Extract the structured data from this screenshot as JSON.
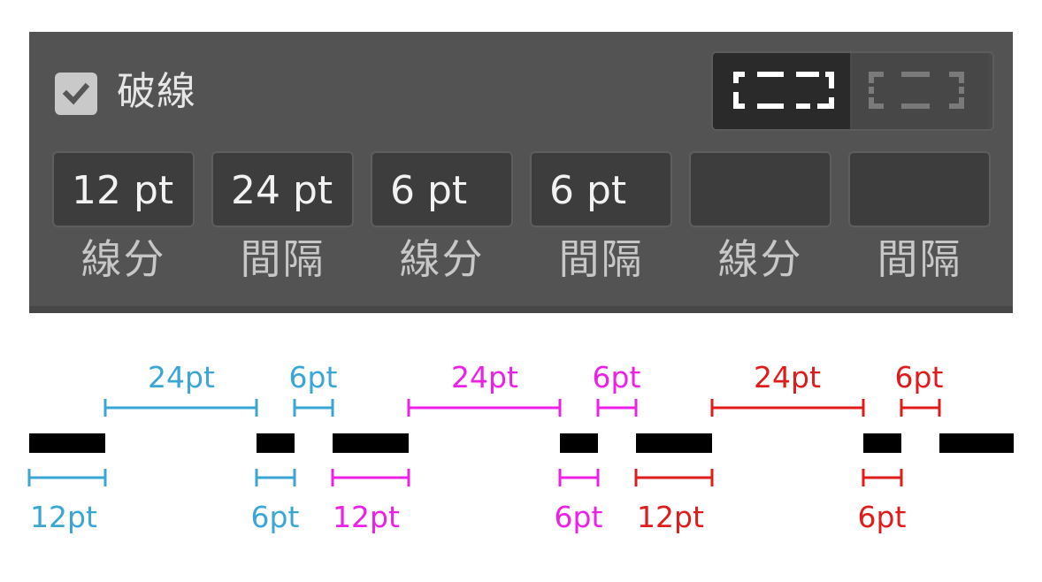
{
  "dash_panel": {
    "checkbox": {
      "checked": true,
      "label": "破線"
    },
    "line_style_options": [
      {
        "icon": "dashed-rect-corners-align-icon",
        "active": true
      },
      {
        "icon": "dashed-rect-preserve-icon",
        "active": false
      }
    ],
    "fields": [
      {
        "value": "12 pt",
        "label": "線分"
      },
      {
        "value": "24 pt",
        "label": "間隔"
      },
      {
        "value": "6 pt",
        "label": "線分"
      },
      {
        "value": "6 pt",
        "label": "間隔"
      },
      {
        "value": "",
        "label": "線分"
      },
      {
        "value": "",
        "label": "間隔"
      }
    ]
  },
  "legend_diagram": {
    "colors": {
      "cycle1": "#3aa6d6",
      "cycle2": "#ee20e8",
      "cycle3": "#e11b1b",
      "dash": "#000000"
    },
    "cycles": [
      {
        "color_key": "cycle1",
        "dash_label": "12pt",
        "gap_label": "24pt",
        "dash2_label": "6pt",
        "gap2_label": "6pt"
      },
      {
        "color_key": "cycle2",
        "dash_label": "12pt",
        "gap_label": "24pt",
        "dash2_label": "6pt",
        "gap2_label": "6pt"
      },
      {
        "color_key": "cycle3",
        "dash_label": "12pt",
        "gap_label": "24pt",
        "dash2_label": "6pt",
        "gap2_label": "6pt"
      }
    ]
  }
}
